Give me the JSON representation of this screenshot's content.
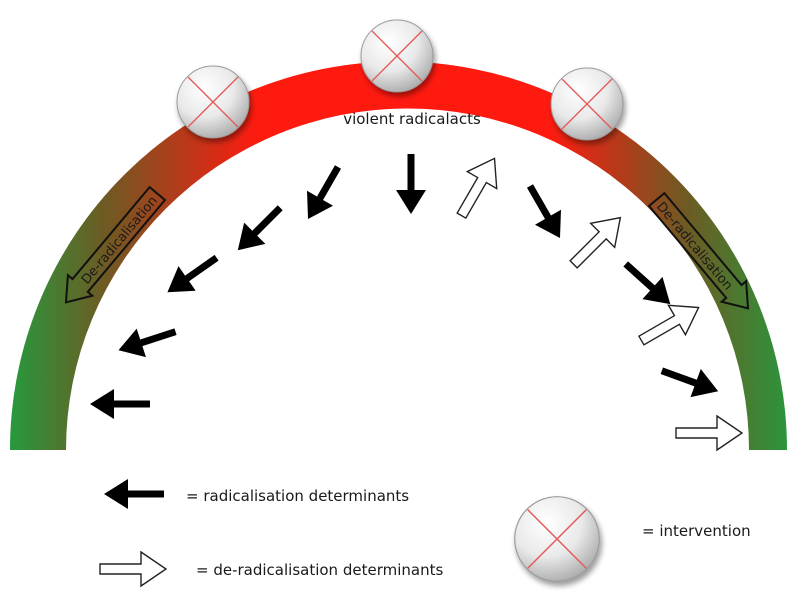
{
  "arc": {
    "top_label": "violent radicalacts",
    "left_box_label": "De-radicalisation",
    "right_box_label": "De-radicalisation",
    "colors": {
      "edge": "#1fa040",
      "middle": "#6e5a23",
      "top": "#ff1a10"
    }
  },
  "arrows": {
    "radicalisation_color": "#000000",
    "deradicalisation_fill": "#ffffff",
    "deradicalisation_stroke": "#222222"
  },
  "intervention": {
    "icon": "crossed-circle-icon",
    "cross_color": "#e45a5a",
    "count_on_arc": 3
  },
  "legend": {
    "radicalisation": "= radicalisation determinants",
    "deradicalisation": "= de-radicalisation determinants",
    "intervention": "= intervention"
  }
}
